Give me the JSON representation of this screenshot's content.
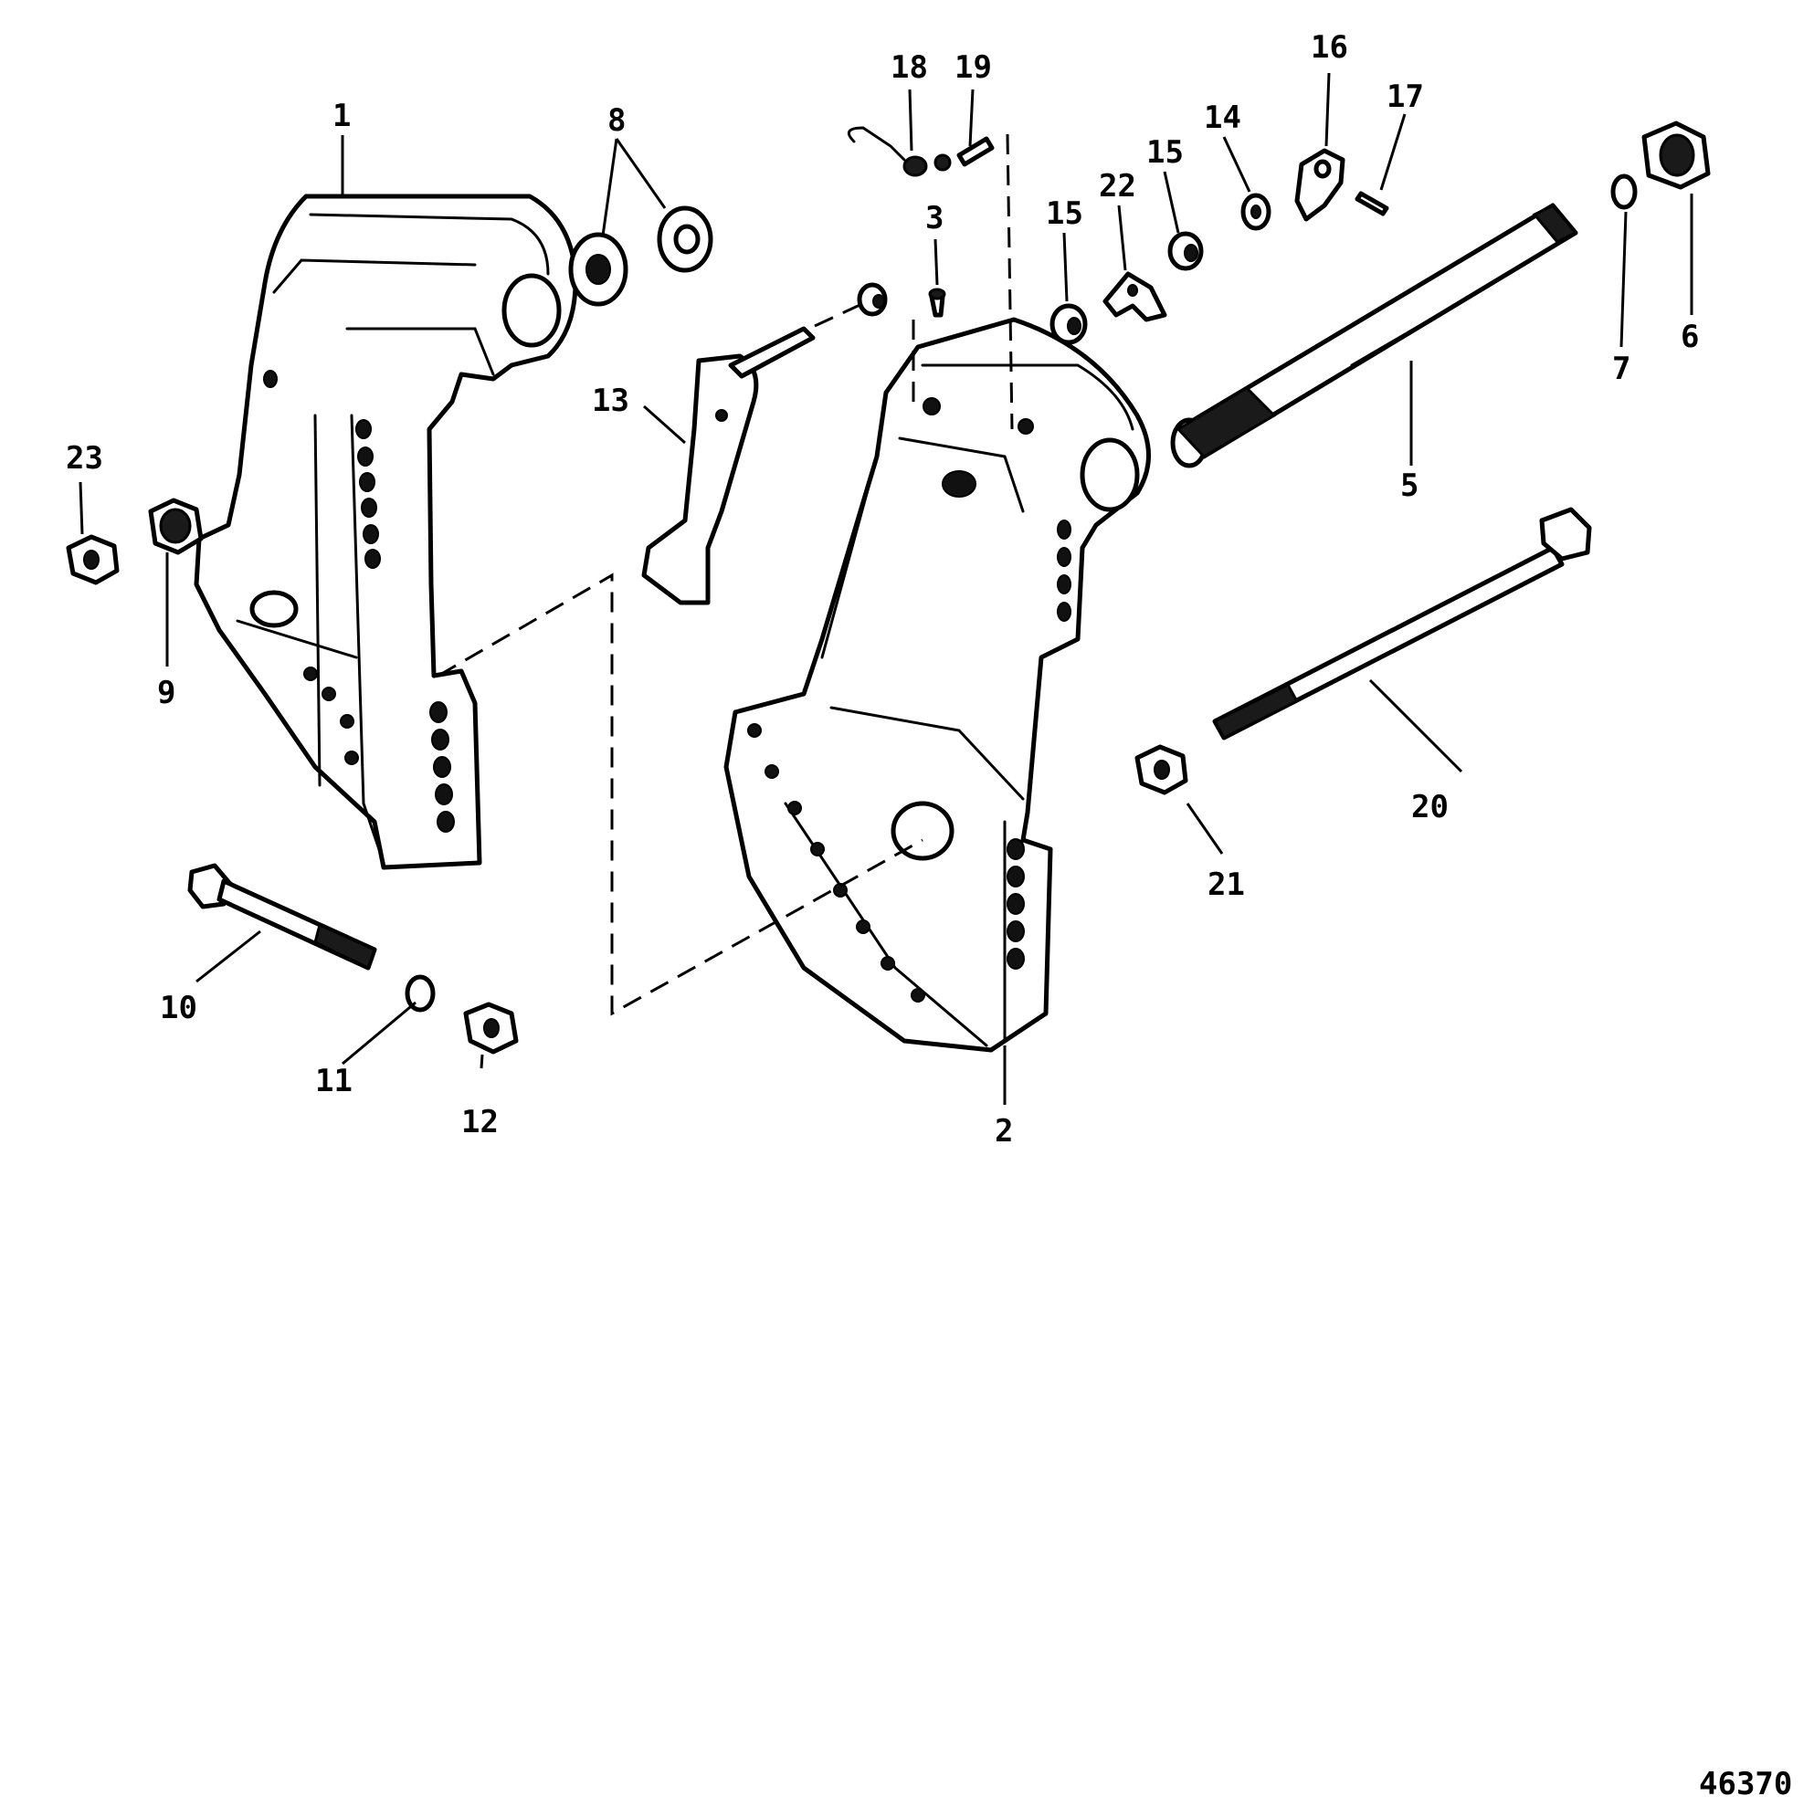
{
  "diagram": {
    "figure_number": "46370",
    "callouts": {
      "c1": "1",
      "c2": "2",
      "c3": "3",
      "c5": "5",
      "c6": "6",
      "c7": "7",
      "c8": "8",
      "c9": "9",
      "c10": "10",
      "c11": "11",
      "c12": "12",
      "c13": "13",
      "c14": "14",
      "c15a": "15",
      "c15b": "15",
      "c16": "16",
      "c17": "17",
      "c18": "18",
      "c19": "19",
      "c20": "20",
      "c21": "21",
      "c22": "22",
      "c23": "23"
    }
  }
}
